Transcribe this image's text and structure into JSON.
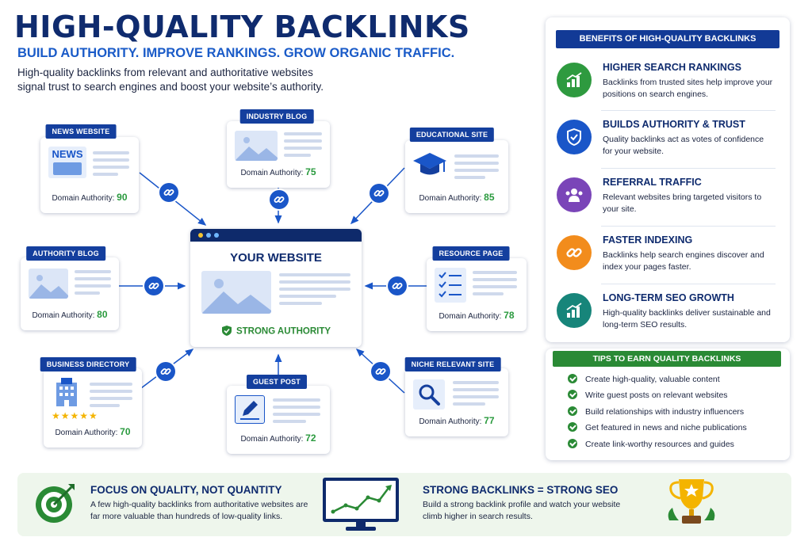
{
  "header": {
    "title": "HIGH-QUALITY BACKLINKS",
    "subtitle": "BUILD AUTHORITY. IMPROVE RANKINGS. GROW ORGANIC TRAFFIC.",
    "intro": "High-quality backlinks from relevant and authoritative websites signal trust to search engines and boost your website’s authority."
  },
  "diagram": {
    "da_label": "Domain Authority:",
    "center": {
      "title": "YOUR WEBSITE",
      "badge": "STRONG AUTHORITY"
    },
    "sources": [
      {
        "label": "NEWS WEBSITE",
        "da": "90",
        "icon": "news-icon",
        "icon_text": "NEWS"
      },
      {
        "label": "INDUSTRY BLOG",
        "da": "75",
        "icon": "image-icon"
      },
      {
        "label": "EDUCATIONAL SITE",
        "da": "85",
        "icon": "graduation-cap-icon"
      },
      {
        "label": "AUTHORITY BLOG",
        "da": "80",
        "icon": "image-icon"
      },
      {
        "label": "RESOURCE PAGE",
        "da": "78",
        "icon": "checklist-icon"
      },
      {
        "label": "BUSINESS DIRECTORY",
        "da": "70",
        "icon": "building-icon",
        "stars": "★★★★★"
      },
      {
        "label": "GUEST POST",
        "da": "72",
        "icon": "edit-icon"
      },
      {
        "label": "NICHE RELEVANT SITE",
        "da": "77",
        "icon": "magnifier-icon"
      }
    ]
  },
  "benefits": {
    "heading": "BENEFITS OF HIGH-QUALITY BACKLINKS",
    "items": [
      {
        "title": "HIGHER SEARCH RANKINGS",
        "desc": "Backlinks from trusted sites help improve your positions on search engines.",
        "icon": "growth-chart-icon",
        "color": "#2e9a3f"
      },
      {
        "title": "BUILDS AUTHORITY & TRUST",
        "desc": "Quality backlinks act as votes of confidence for your website.",
        "icon": "shield-check-icon",
        "color": "#1a56c8"
      },
      {
        "title": "REFERRAL TRAFFIC",
        "desc": "Relevant websites bring targeted visitors to your site.",
        "icon": "people-icon",
        "color": "#7a45b8"
      },
      {
        "title": "FASTER INDEXING",
        "desc": "Backlinks help search engines discover and index your pages faster.",
        "icon": "link-icon",
        "color": "#f28c1c"
      },
      {
        "title": "LONG-TERM SEO GROWTH",
        "desc": "High-quality backlinks deliver sustainable and long-term SEO results.",
        "icon": "growth-chart-icon",
        "color": "#17857a"
      }
    ]
  },
  "tips": {
    "heading": "TIPS TO EARN QUALITY BACKLINKS",
    "items": [
      "Create high-quality, valuable content",
      "Write guest posts on relevant websites",
      "Build relationships with industry influencers",
      "Get featured in news and niche publications",
      "Create link-worthy resources and guides"
    ]
  },
  "bottom": {
    "focus_title": "FOCUS ON QUALITY, NOT QUANTITY",
    "focus_desc": "A few high-quality backlinks from authoritative websites are far more valuable than hundreds of low-quality links.",
    "strong_title": "STRONG BACKLINKS = STRONG SEO",
    "strong_desc": "Build a strong backlink profile and watch your website climb higher in search results."
  },
  "colors": {
    "navy": "#0f2b6e",
    "blue": "#1a56c8",
    "green": "#2a8a35"
  }
}
